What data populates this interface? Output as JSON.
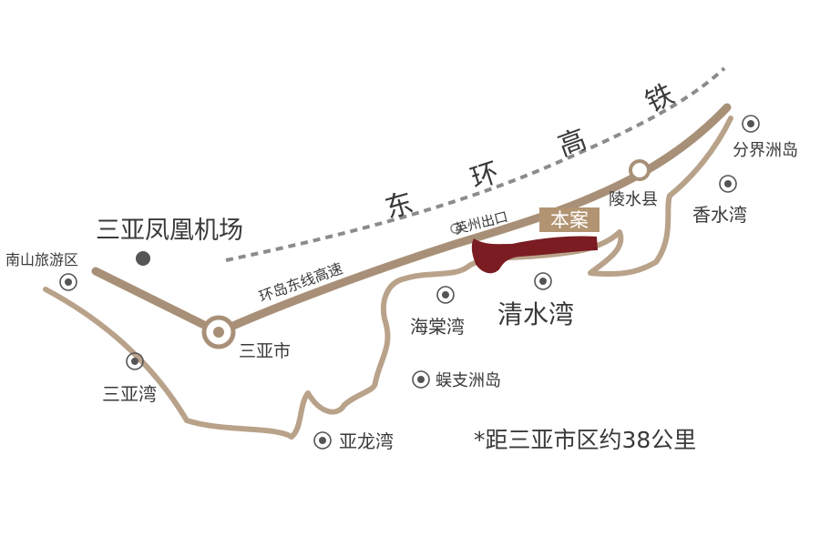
{
  "colors": {
    "coast": "#b9a28a",
    "highway": "#a89078",
    "railway": "#8c8c8c",
    "project": "#7a1c22",
    "label_box": "#b29472",
    "text": "#3a3a3a"
  },
  "lines": {
    "railway_label_chars": [
      "东",
      "环",
      "高",
      "铁"
    ],
    "highway_label": "环岛东线高速"
  },
  "places": {
    "airport": "三亚凤凰机场",
    "sanya_city": "三亚市",
    "nanshan": "南山旅游区",
    "sanya_bay": "三亚湾",
    "yalong_bay": "亚龙湾",
    "wuzhizhou": "蜈支洲岛",
    "haitang_bay": "海棠湾",
    "qingshui_bay": "清水湾",
    "yingzhou_exit": "英州出口",
    "lingshui": "陵水县",
    "fenjiezhou": "分界洲岛",
    "xiangshui_bay": "香水湾",
    "project": "本案"
  },
  "note": "*距三亚市区约38公里"
}
